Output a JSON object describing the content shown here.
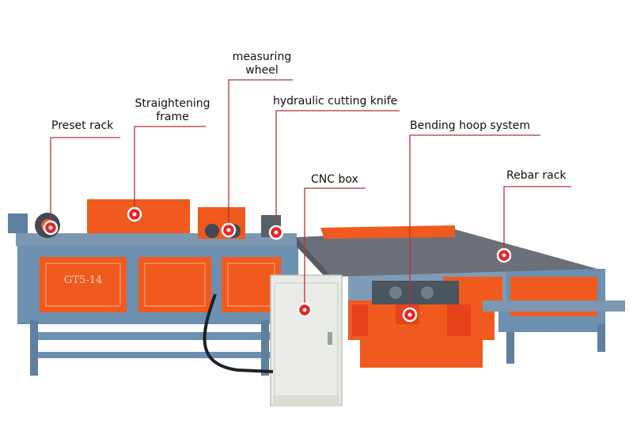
{
  "labels": {
    "preset_rack": "Preset rack",
    "straightening_frame_1": "Straightening",
    "straightening_frame_2": "frame",
    "measuring_wheel_1": "measuring",
    "measuring_wheel_2": "wheel",
    "hydraulic_cutting_knife": "hydraulic cutting knife",
    "bending_hoop_system": "Bending hoop system",
    "cnc_box": "CNC box",
    "rebar_rack": "Rebar rack"
  },
  "machine_text": {
    "model_plate": "GT5-14"
  },
  "colors": {
    "leader_line": "#b7323a",
    "marker": "#e8232a",
    "machine_orange": "#f05a1e",
    "machine_blue": "#6d8fb0",
    "rack_gray": "#6b7078",
    "cabinet": "#e9ece6"
  }
}
